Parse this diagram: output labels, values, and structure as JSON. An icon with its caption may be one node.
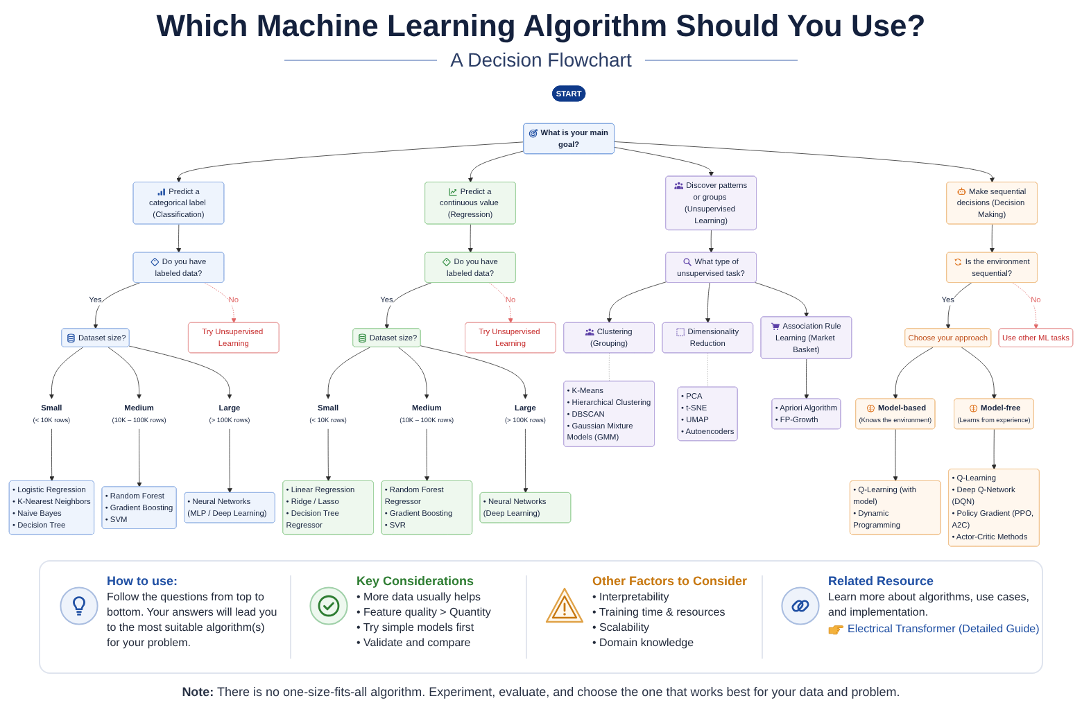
{
  "diagram": {
    "title": "Which Machine Learning Algorithm Should You Use?",
    "nodes": [
      {
        "text": [
          "START"
        ]
      },
      {
        "text": [
          "What is your main goal?"
        ]
      },
      {
        "text": [
          "Predict a categorical label (Classification)"
        ]
      },
      {
        "text": [
          "Do you have labeled data?"
        ]
      },
      {
        "text": [
          "Try Unsupervised Learning"
        ]
      },
      {
        "text": [
          "Dataset size?"
        ]
      },
      {
        "text": [
          "Small",
          "(< 10K rows)"
        ]
      },
      {
        "text": [
          "Medium",
          "(10K – 100K rows)"
        ]
      },
      {
        "text": [
          "Large",
          "(> 100K rows)"
        ]
      },
      {
        "text": [
          "• Logistic Regression",
          "• K-Nearest Neighbors",
          "• Naive Bayes",
          "• Decision Tree"
        ]
      },
      {
        "text": [
          "• Random Forest",
          "• Gradient Boosting",
          "• SVM"
        ]
      },
      {
        "text": [
          "• Neural Networks (MLP / Deep Learning)"
        ]
      },
      {
        "text": [
          "Predict a continuous value (Regression)"
        ]
      },
      {
        "text": [
          "Do you have labeled data?"
        ]
      },
      {
        "text": [
          "Try Unsupervised Learning"
        ]
      },
      {
        "text": [
          "Dataset size?"
        ]
      },
      {
        "text": [
          "Small",
          "(< 10K rows)"
        ]
      },
      {
        "text": [
          "Medium",
          "(10K – 100K rows)"
        ]
      },
      {
        "text": [
          "Large",
          "(> 100K rows)"
        ]
      },
      {
        "text": [
          "• Linear Regression",
          "• Ridge / Lasso",
          "• Decision Tree Regressor"
        ]
      },
      {
        "text": [
          "• Random Forest Regressor",
          "• Gradient Boosting",
          "• SVR"
        ]
      },
      {
        "text": [
          "• Neural Networks (Deep Learning)"
        ]
      },
      {
        "text": [
          "Discover patterns or groups (Unsupervised Learning)"
        ]
      },
      {
        "text": [
          "What type of unsupervised task?"
        ]
      },
      {
        "text": [
          "Clustering (Grouping)"
        ]
      },
      {
        "text": [
          "Dimensionality Reduction"
        ]
      },
      {
        "text": [
          "Association Rule Learning (Market Basket)"
        ]
      },
      {
        "text": [
          "• K-Means",
          "• Hierarchical Clustering",
          "• DBSCAN",
          "• Gaussian Mixture Models (GMM)"
        ]
      },
      {
        "text": [
          "• PCA",
          "• t-SNE",
          "• UMAP",
          "• Autoencoders"
        ]
      },
      {
        "text": [
          "• Apriori Algorithm",
          "• FP-Growth"
        ]
      },
      {
        "text": [
          "Make sequential decisions (Decision Making)"
        ]
      },
      {
        "text": [
          "Is the environment sequential?"
        ]
      },
      {
        "text": [
          "Use other ML tasks"
        ]
      },
      {
        "text": [
          "Choose your approach"
        ]
      },
      {
        "text": [
          "Model-based",
          "(Knows the environment)"
        ]
      },
      {
        "text": [
          "Model-free",
          "(Learns from experience)"
        ]
      },
      {
        "text": [
          "• Q-Learning (with model)",
          "• Dynamic Programming"
        ]
      },
      {
        "text": [
          "• Q-Learning",
          "• Deep Q-Network (DQN)",
          "• Policy Gradient (PPO, A2C)",
          "• Actor-Critic Methods"
        ]
      }
    ],
    "edges": [
      {
        "from": 1,
        "to": 2,
        "arrow": "to"
      },
      {
        "from": 1,
        "to": 12,
        "arrow": "to"
      },
      {
        "from": 1,
        "to": 22,
        "arrow": "to"
      },
      {
        "from": 1,
        "to": 30,
        "arrow": "to"
      },
      {
        "from": 2,
        "to": 3,
        "arrow": "to"
      },
      {
        "from": 3,
        "to": 5,
        "arrow": "to",
        "label": "Yes"
      },
      {
        "from": 3,
        "to": 4,
        "arrow": "to",
        "label": "No",
        "style": "dashed",
        "color": "#e06666"
      },
      {
        "from": 5,
        "to": 6,
        "arrow": "to"
      },
      {
        "from": 5,
        "to": 7,
        "arrow": "to"
      },
      {
        "from": 5,
        "to": 8,
        "arrow": "to"
      },
      {
        "from": 6,
        "to": 9,
        "arrow": "to"
      },
      {
        "from": 7,
        "to": 10,
        "arrow": "to"
      },
      {
        "from": 8,
        "to": 11,
        "arrow": "to"
      },
      {
        "from": 12,
        "to": 13,
        "arrow": "to"
      },
      {
        "from": 13,
        "to": 15,
        "arrow": "to",
        "label": "Yes"
      },
      {
        "from": 13,
        "to": 14,
        "arrow": "to",
        "label": "No",
        "style": "dashed",
        "color": "#e06666"
      },
      {
        "from": 15,
        "to": 16,
        "arrow": "to"
      },
      {
        "from": 15,
        "to": 17,
        "arrow": "to"
      },
      {
        "from": 15,
        "to": 18,
        "arrow": "to"
      },
      {
        "from": 16,
        "to": 19,
        "arrow": "to"
      },
      {
        "from": 17,
        "to": 20,
        "arrow": "to"
      },
      {
        "from": 18,
        "to": 21,
        "arrow": "to"
      },
      {
        "from": 22,
        "to": 23,
        "arrow": "to"
      },
      {
        "from": 23,
        "to": 24,
        "arrow": "to"
      },
      {
        "from": 23,
        "to": 25,
        "arrow": "to"
      },
      {
        "from": 23,
        "to": 26,
        "arrow": "to"
      },
      {
        "from": 24,
        "to": 27,
        "arrow": "none",
        "style": "dashed",
        "color": "#aaaaaa"
      },
      {
        "from": 25,
        "to": 28,
        "arrow": "none",
        "style": "dashed",
        "color": "#aaaaaa"
      },
      {
        "from": 26,
        "to": 29,
        "arrow": "to"
      },
      {
        "from": 30,
        "to": 31,
        "arrow": "to"
      },
      {
        "from": 31,
        "to": 33,
        "arrow": "to",
        "label": "Yes"
      },
      {
        "from": 31,
        "to": 32,
        "arrow": "to",
        "label": "No",
        "style": "dashed",
        "color": "#e06666"
      },
      {
        "from": 33,
        "to": 34,
        "arrow": "to"
      },
      {
        "from": 33,
        "to": 35,
        "arrow": "to"
      },
      {
        "from": 34,
        "to": 36,
        "arrow": "to"
      },
      {
        "from": 35,
        "to": 37,
        "arrow": "to"
      }
    ],
    "labels": [
      "A Decision Flowchart",
      "How to use:",
      "Follow the questions from top to bottom. Your answers will lead you to the most suitable algorithm(s) for your problem.",
      "Key Considerations",
      "• More data usually helps",
      "• Feature quality > Quantity",
      "• Try simple models first",
      "• Validate and compare",
      "Other Factors to Consider",
      "• Interpretability",
      "• Training time & resources",
      "• Scalability",
      "• Domain knowledge",
      "Related Resource",
      "Learn more about algorithms, use cases, and implementation.",
      "Electrical Transformer (Detailed Guide)",
      "**Note:** There is no one-size-fits-all algorithm. Experiment, evaluate, and choose the one that works best for your data and problem."
    ]
  }
}
